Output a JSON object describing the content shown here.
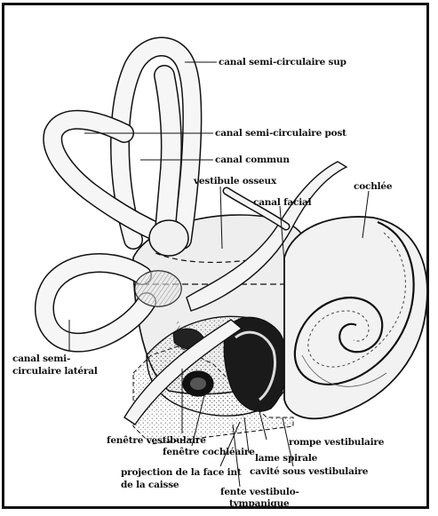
{
  "labels": {
    "canal_semi_circulaire_sup": "canal semi-circulaire sup",
    "canal_semi_circulaire_post": "canal semi-circulaire post",
    "canal_commun": "canal commun",
    "vestibule_osseux": "vestibule osseux",
    "canal_facial": "canal facial",
    "cochlee": "cochlée",
    "canal_semi_lateral_line1": "canal semi-",
    "canal_semi_lateral_line2": "circulaire latéral",
    "fenetre_vestibulaire": "fenêtre vestibulaire",
    "fenetre_cochleaire": "fenêtre cochléaire",
    "rampe_vestibulaire": "rompe vestibulaire",
    "lame_spirale": "lame spirale",
    "projection_line1": "projection de la face int",
    "projection_line2": "de la caisse",
    "cavite_sous_vestibulaire": "cavité sous vestibulaire",
    "fente_line1": "fente vestibulo-",
    "fente_line2": "tympanique"
  }
}
